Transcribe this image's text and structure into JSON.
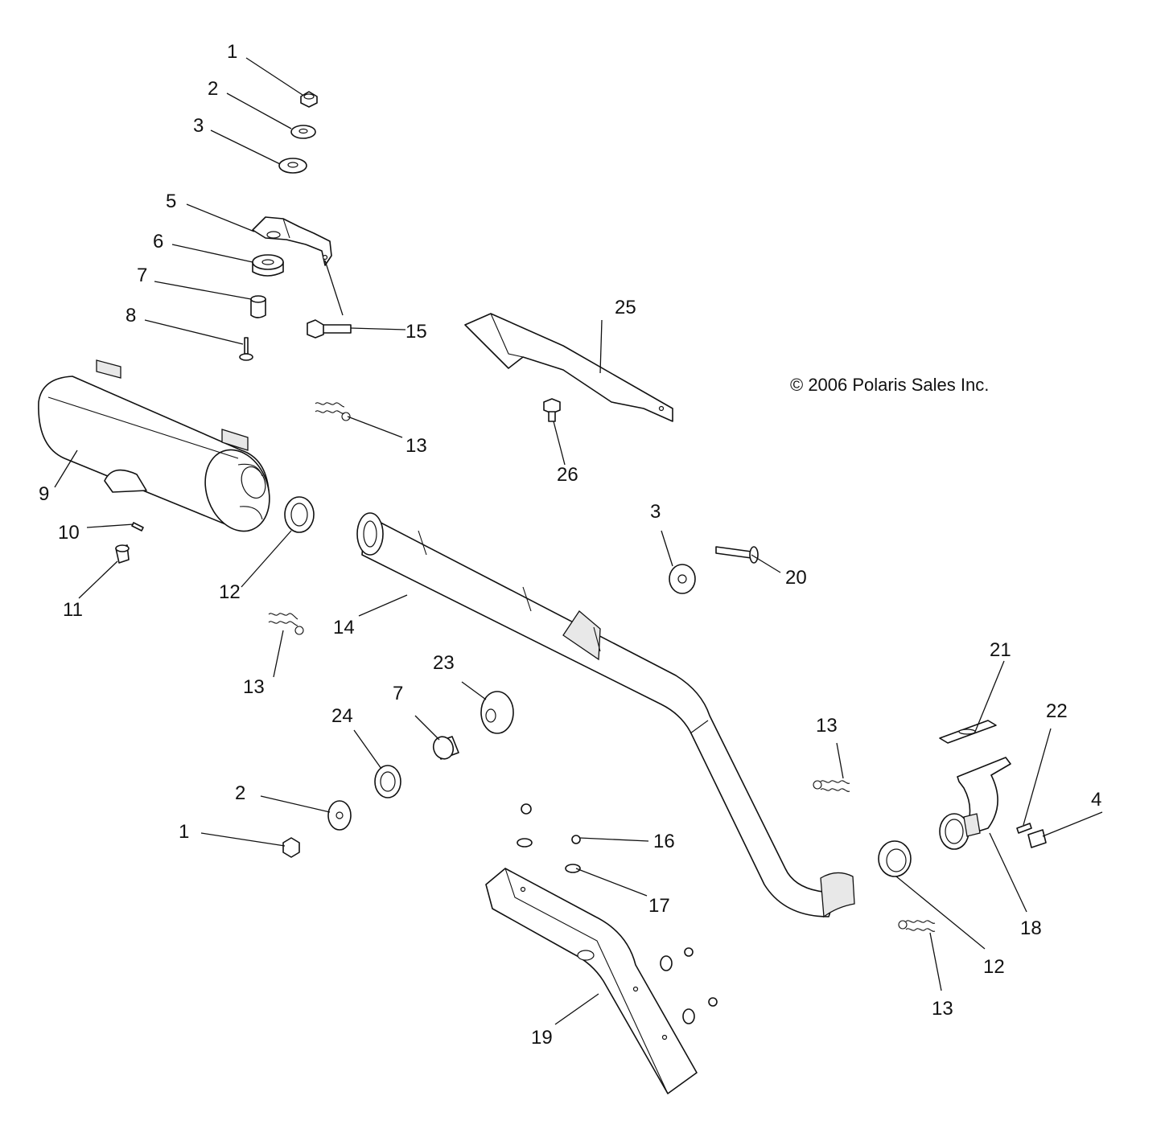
{
  "copyright": "© 2006 Polaris Sales Inc.",
  "callouts": [
    {
      "id": "c1a",
      "label": "1"
    },
    {
      "id": "c2a",
      "label": "2"
    },
    {
      "id": "c3a",
      "label": "3"
    },
    {
      "id": "c5",
      "label": "5"
    },
    {
      "id": "c6",
      "label": "6"
    },
    {
      "id": "c7a",
      "label": "7"
    },
    {
      "id": "c8",
      "label": "8"
    },
    {
      "id": "c15",
      "label": "15"
    },
    {
      "id": "c25",
      "label": "25"
    },
    {
      "id": "c13a",
      "label": "13"
    },
    {
      "id": "c26",
      "label": "26"
    },
    {
      "id": "c9",
      "label": "9"
    },
    {
      "id": "c10",
      "label": "10"
    },
    {
      "id": "c11",
      "label": "11"
    },
    {
      "id": "c12a",
      "label": "12"
    },
    {
      "id": "c3b",
      "label": "3"
    },
    {
      "id": "c20",
      "label": "20"
    },
    {
      "id": "c14",
      "label": "14"
    },
    {
      "id": "c13b",
      "label": "13"
    },
    {
      "id": "c23",
      "label": "23"
    },
    {
      "id": "c7b",
      "label": "7"
    },
    {
      "id": "c24",
      "label": "24"
    },
    {
      "id": "c21",
      "label": "21"
    },
    {
      "id": "c22",
      "label": "22"
    },
    {
      "id": "c13c",
      "label": "13"
    },
    {
      "id": "c4",
      "label": "4"
    },
    {
      "id": "c2b",
      "label": "2"
    },
    {
      "id": "c1b",
      "label": "1"
    },
    {
      "id": "c16",
      "label": "16"
    },
    {
      "id": "c17",
      "label": "17"
    },
    {
      "id": "c18",
      "label": "18"
    },
    {
      "id": "c12b",
      "label": "12"
    },
    {
      "id": "c13d",
      "label": "13"
    },
    {
      "id": "c19",
      "label": "19"
    }
  ]
}
